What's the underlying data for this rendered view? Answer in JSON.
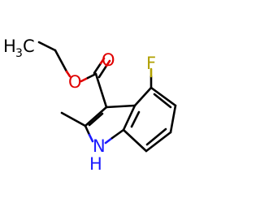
{
  "molecule": {
    "atoms": {
      "methyl_left": {
        "symbol": "H",
        "subscript": "3",
        "suffix": "C"
      },
      "ester_oxygen": {
        "symbol": "O"
      },
      "carbonyl_oxygen": {
        "symbol": "O"
      },
      "fluorine": {
        "symbol": "F"
      },
      "nitrogen": {
        "symbol": "N"
      },
      "nh_hydrogen": {
        "symbol": "H"
      }
    },
    "colors": {
      "carbon_bond": "#000000",
      "oxygen": "#e00000",
      "nitrogen": "#1a1aff",
      "fluorine": "#b0a000",
      "background": "#ffffff"
    }
  }
}
